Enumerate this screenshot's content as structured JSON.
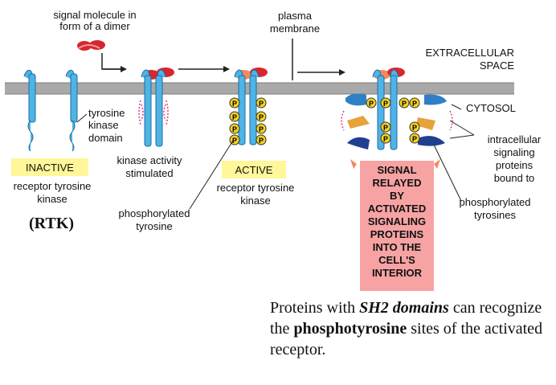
{
  "labels": {
    "signal_molecule_line1": "signal molecule in",
    "signal_molecule_line2": "form of a dimer",
    "plasma_membrane_line1": "plasma",
    "plasma_membrane_line2": "membrane",
    "extracellular_line1": "EXTRACELLULAR",
    "extracellular_line2": "SPACE",
    "cytosol": "CYTOSOL",
    "tyrosine_kinase_line1": "tyrosine",
    "tyrosine_kinase_line2": "kinase",
    "tyrosine_kinase_line3": "domain",
    "kinase_activity_line1": "kinase activity",
    "kinase_activity_line2": "stimulated",
    "inactive": "INACTIVE",
    "active": "ACTIVE",
    "receptor_inactive_line1": "receptor tyrosine",
    "receptor_inactive_line2": "kinase",
    "receptor_active_line1": "receptor tyrosine",
    "receptor_active_line2": "kinase",
    "phosphorylated_tyrosine_line1": "phosphorylated",
    "phosphorylated_tyrosine_line2": "tyrosine",
    "intracellular_line1": "intracellular",
    "intracellular_line2": "signaling",
    "intracellular_line3": "proteins",
    "intracellular_line4": "bound to",
    "phosphorylated_tyrosines_line1": "phosphorylated",
    "phosphorylated_tyrosines_line2": "tyrosines",
    "signal_relayed": [
      "SIGNAL",
      "RELAYED",
      "BY",
      "ACTIVATED",
      "SIGNALING",
      "PROTEINS",
      "INTO THE",
      "CELL'S",
      "INTERIOR"
    ],
    "rtk": "(RTK)",
    "phospho_letter": "P"
  },
  "caption": {
    "part1": "Proteins with ",
    "part2": "SH2 domains",
    "part3": " can recognize the ",
    "part4": "phosphotyrosine",
    "part5": " sites of the activated receptor."
  },
  "colors": {
    "receptor": "#4fb3e6",
    "receptor_outline": "#1f6e9c",
    "membrane": "#a9a9a9",
    "signal_dimer": "#d8262e",
    "highlight_yellow": "#fff799",
    "relay_box": "#f7a3a3",
    "phospho": "#f4d21f"
  }
}
